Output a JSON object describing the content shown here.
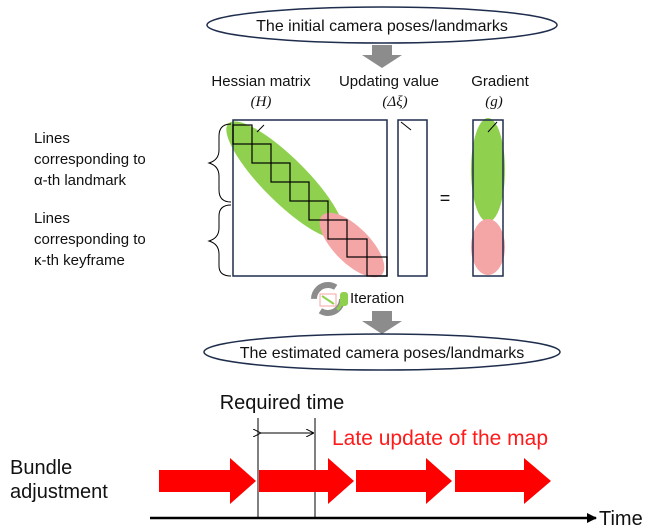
{
  "top_box": {
    "label": "The initial camera poses/landmarks"
  },
  "bottom_box": {
    "label": "The estimated camera poses/landmarks"
  },
  "headers": {
    "hessian": "Hessian matrix",
    "hessian_symbol": "(H)",
    "update": "Updating value",
    "update_symbol": "(Δξ)",
    "gradient": "Gradient",
    "gradient_symbol": "(g)"
  },
  "equals": "=",
  "iteration": "Iteration",
  "left_labels": {
    "landmark": [
      "Lines",
      "corresponding to",
      "α-th landmark"
    ],
    "keyframe": [
      "Lines",
      "corresponding to",
      "κ-th keyframe"
    ]
  },
  "timeline": {
    "required_time": "Required time",
    "late_update": "Late update of the map",
    "bundle_adjustment": [
      "Bundle",
      "adjustment"
    ],
    "time_label": "Time"
  },
  "colors": {
    "green": "#8fd14f",
    "pink": "#f4a6a6",
    "red_arrow": "#ff0000",
    "late_text": "#ff1a1a",
    "gray_arrow": "#8c8c8c"
  }
}
